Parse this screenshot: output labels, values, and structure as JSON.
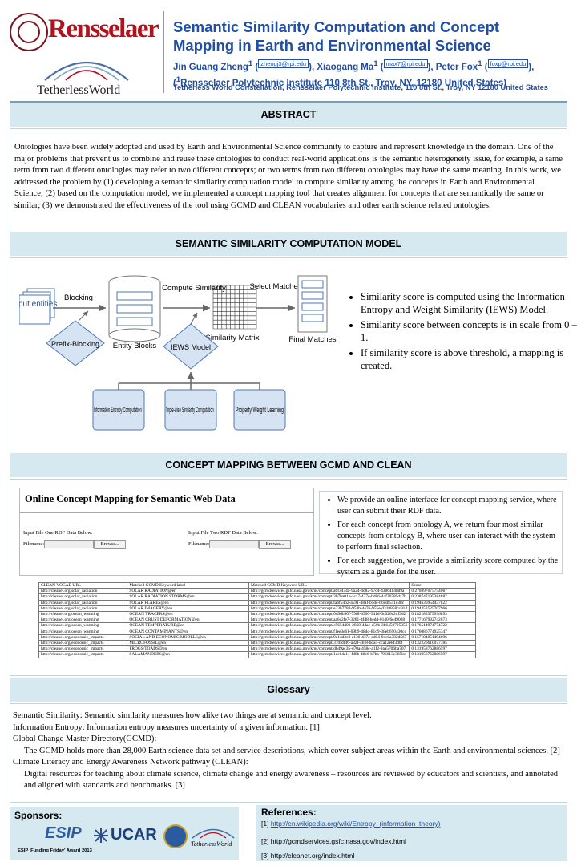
{
  "header": {
    "institution": "Rensselaer",
    "group": "TetherlessWorld",
    "title_line1": "Semantic Similarity Computation and Concept",
    "title_line2": "Mapping in Earth and Environmental Science",
    "author1": "Jin Guang Zheng",
    "author1_email": "zhengj3@rpi.edu",
    "author2": "Xiaogang Ma",
    "author2_email": "max7@rpi.edu",
    "author3": "Peter Fox",
    "author3_email": "foxp@rpi.edu",
    "affiliation_line": "Rensselaer Polytechnic Institute 110 8th St., Troy, NY, 12180 United States",
    "affiliation2": "Tetherless World Constellation, Rensselaer Polytechnic Institute, 110 8th St., Troy, NY 12180 United States"
  },
  "sections": {
    "abstract": "ABSTRACT",
    "ssc": "SEMANTIC SIMILARITY COMPUTATION MODEL",
    "cm": "CONCEPT MAPPING BETWEEN GCMD AND CLEAN",
    "glossary": "Glossary"
  },
  "abstract_text": "Ontologies have been widely adopted and used by Earth and Environmental Science community to capture and represent knowledge in the domain. One of the major problems that prevent us to combine and reuse these ontologies to conduct real-world applications is the semantic heterogeneity issue, for example, a same term from two different ontologies may refer to two different concepts; or two terms from two different ontologies may have the same meaning. In this work, we addressed the problem by (1) developing a semantic similarity computation model to compute similarity among the concepts in Earth and Environmental Science; (2) based on the computation model, we implemented a concept mapping tool that creates alignment for concepts that are semantically the same or similar; (3) we demonstrated the effectiveness of the tool using GCMD and CLEAN vocabularies and other earth science related ontologies.",
  "diagram": {
    "input": "Input entities",
    "blocking": "Blocking",
    "prefix": "Prefix-Blocking",
    "entity_blocks": "Entity Blocks",
    "compute": "Compute Similarity",
    "ssm": "Similarity Matrix",
    "select": "Select Matches",
    "final": "Final Matches",
    "iews": "IEWS Model",
    "info": "Information Entropy Computation",
    "triple": "Triple-wise Similarity Computation",
    "property": "Property Weight Learning"
  },
  "ssc_bullets": [
    "Similarity score is computed using the Information Entropy and Weight Similarity (IEWS) Model.",
    "Similarity score between concepts is in scale from 0 – 1.",
    "If similarity score is above threshold, a mapping is created."
  ],
  "cm_bullets": [
    "We provide an online interface for concept mapping service, where user can submit their RDF data.",
    "For each concept from ontology A, we return four most similar concepts from ontology B, where user can interact with the system to perform final selection.",
    "For each suggestion, we provide a similarity score computed by the system as a guide for the user."
  ],
  "ocm": {
    "title": "Online Concept Mapping for Semantic Web Data",
    "input1": "Input File One RDF Data Below:",
    "input2": "Input File Two RDF Data Below:",
    "filename": "Filename:",
    "browse": "Browse..."
  },
  "table": {
    "headers": [
      "CLEAN VOCAB URL",
      "Matched GCMD Keyword label",
      "Matched GCMD Keyword URL",
      "Score"
    ],
    "rows": [
      [
        "http://cleanet.org/solar_radiation",
        "SOLAR RADIATION@en",
        "http://gcmdservices.gsfc.nasa.gov/kms/concept/a6f3474a-9a24-4d82-97c4-43864b48d9a",
        "0.270897075754087"
      ],
      [
        "http://cleanet.org/solar_radiation",
        "SOLAR RADIATION STORMS@en",
        "http://gcmdservices.gsfc.nasa.gov/kms/concept/3b7ba01b-aca7-437e-bd86-44f20789da7b",
        "0.238747195384887"
      ],
      [
        "http://cleanet.org/solar_radiation",
        "SOLAR FLARES@en",
        "http://gcmdservices.gsfc.nasa.gov/kms/concept/fabf54b2-a591-48af-b5dc-b6ddf541e38c",
        "0.194636954437822"
      ],
      [
        "http://cleanet.org/solar_radiation",
        "SOLAR IMAGERY@en",
        "http://gcmdservices.gsfc.nasa.gov/kms/concept/e23b7788-953b-4e76-955e-d318858cc914",
        "0.194352525707966"
      ],
      [
        "http://cleanet.org/ocean_warming",
        "OCEAN TRACERS@en",
        "http://gcmdservices.gsfc.nasa.gov/kms/concept/0d9db90f-79f8-4900-941d-0c026c2df962",
        "0.182183379936893"
      ],
      [
        "http://cleanet.org/ocean_warming",
        "OCEAN CRUST DEFORMATION@en",
        "http://gcmdservices.gsfc.nasa.gov/kms/concept/aa6c2fe7-3261-4fd8-bed4-0140f6e49088",
        "0.177167992742673"
      ],
      [
        "http://cleanet.org/ocean_warming",
        "OCEAN TEMPERATURE@en",
        "http://gcmdservices.gsfc.nasa.gov/kms/concept/c5654d03-2868-4dac-a50b-3b6450725356",
        "0.176514974774722"
      ],
      [
        "http://cleanet.org/ocean_warming",
        "OCEAN CONTAMINANTS@en",
        "http://gcmdservices.gsfc.nasa.gov/kms/concept/f1ee3e61-09b9-48dd-81d9-38eb690430cc",
        "0.176086774925347"
      ],
      [
        "http://cleanet.org/economic_impacts",
        "SOCIAL AND ECONOMIC MODELS@en",
        "http://gcmdservices.gsfc.nasa.gov/kms/concept/9a1dd3c3-a136-437e-ad04-9dc0a382d567",
        "0.157184851494696"
      ],
      [
        "http://cleanet.org/economic_impacts",
        "MICROFOSSIL@en",
        "http://gcmdservices.gsfc.nasa.gov/kms/concept/370fdbf6-a82f-4bf8-bda4-cca12e8f3d6f",
        "0.132226610077785"
      ],
      [
        "http://cleanet.org/economic_impacts",
        "FROGS/TOADS@en",
        "http://gcmdservices.gsfc.nasa.gov/kms/concept/db49ac35-d70a-458c-a1f2-9aa5706ba707",
        "0.131958762886597"
      ],
      [
        "http://cleanet.org/economic_impacts",
        "SALAMANDERS@en",
        "http://gcmdservices.gsfc.nasa.gov/kms/concept/1ac84a11-fd8b-48e6-b7ba-796613e385bc",
        "0.131958762886597"
      ]
    ]
  },
  "glossary": {
    "line1": "Semantic Similarity: Semantic similarity measures how alike two things are at semantic and concept level.",
    "line2": "Information Entropy: Information entropy measures uncertainty of a given information. [1]",
    "line3": "Global Change Master Directory(GCMD):",
    "line4": "The GCMD holds more than 28,000 Earth science data set and service descriptions, which cover subject areas within the Earth and environmental sciences. [2]",
    "line5": "Climate Literacy and Energy Awareness Network pathway (CLEAN):",
    "line6": "Digital resources for teaching about climate science, climate change and energy awareness – resources are reviewed by educators and scientists, and annotated and aligned with standards and benchmarks. [3]"
  },
  "sponsors": {
    "title": "Sponsors:",
    "esip": "ESIP",
    "esip_award": "ESIP 'Funding Friday' Award 2013",
    "ucar": "UCAR",
    "tw": "TetherlessWorld"
  },
  "references": {
    "title": "References:",
    "ref1_num": "[1]",
    "ref1_url": "http://en.wikipedia.org/wiki/Entropy_(information_theory)",
    "ref2": "[2] http://gcmdservices.gsfc.nasa.gov/index.html",
    "ref3": "[3] http://cleanet.org/index.html"
  },
  "colors": {
    "title_blue": "#1f4ea3",
    "band_blue": "#d6e8f0",
    "rpi_red": "#b1121b",
    "box_blue": "#4a7ab8"
  }
}
